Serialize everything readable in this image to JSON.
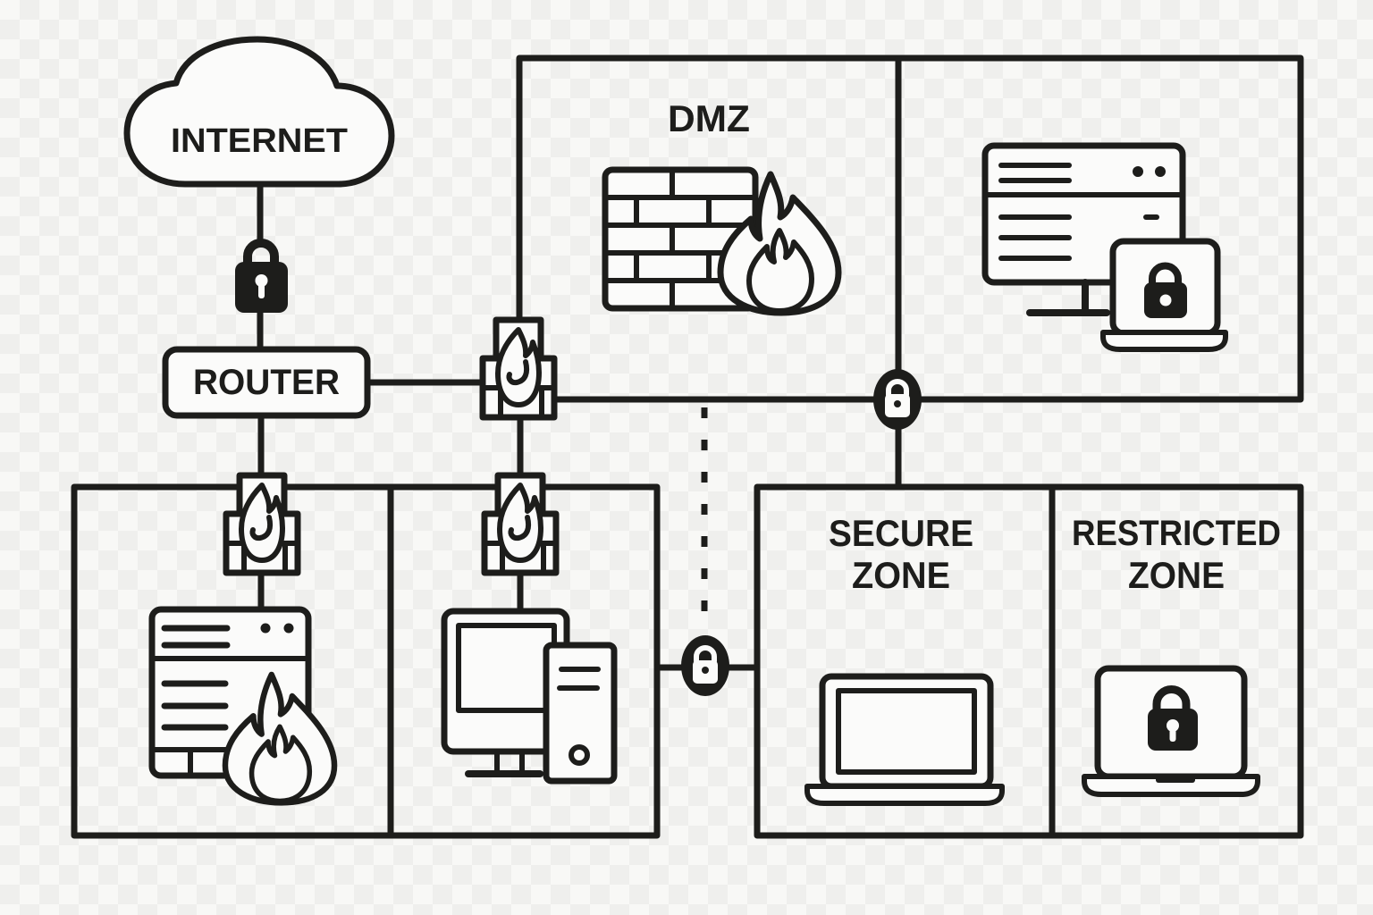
{
  "colors": {
    "line": "#1d1d1b",
    "background": "#f8f8f6",
    "pattern": "#efefed",
    "icon_fill": "#fbfbfa"
  },
  "nodes": {
    "internet": {
      "label": "INTERNET"
    },
    "router": {
      "label": "ROUTER"
    }
  },
  "zones": {
    "dmz": {
      "label": "DMZ"
    },
    "secure": {
      "label_line1": "SECURE",
      "label_line2": "ZONE"
    },
    "restricted": {
      "label_line1": "RESTRICTED",
      "label_line2": "ZONE"
    }
  },
  "icons": {
    "internet": "cloud-icon",
    "wan_link": "padlock-icon",
    "gateways": "firewall-flame-icon",
    "dmz": "brick-wall-fire-icon",
    "dmz_host": "server-with-locked-laptop-icon",
    "lan_server": "server-on-fire-icon",
    "lan_workstation": "desktop-computer-icon",
    "secure_zone": "laptop-icon",
    "restricted_zone": "locked-laptop-icon",
    "junctions": "padlock-badge-icon"
  }
}
